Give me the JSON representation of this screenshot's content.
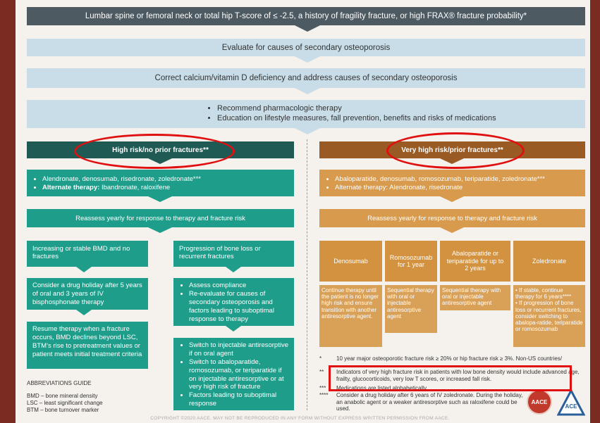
{
  "top_box": "Lumbar spine or femoral neck or total hip T-score of ≤ -2.5, a history of fragility fracture, or high FRAX® fracture probability*",
  "evaluate_box": "Evaluate for causes of secondary osteoporosis",
  "correct_box": "Correct calcium/vitamin D deficiency and address causes of secondary osteoporosis",
  "recommend_box": [
    "Recommend pharmacologic therapy",
    "Education on lifestyle measures, fall prevention, benefits and risks of medications"
  ],
  "left": {
    "header": "High risk/no prior fractures**",
    "therapy_line1": "Alendronate, denosumab, risedronate, zoledronate***",
    "therapy_line2_label": "Alternate therapy:",
    "therapy_line2_value": " Ibandronate, raloxifene",
    "reassess": "Reassess yearly for response to therapy and fracture risk",
    "stable_header": "Increasing or stable BMD and no fractures",
    "holiday": "Consider a drug holiday after 5 years of oral and 3 years of IV bisphosphonate therapy",
    "resume": "Resume therapy when a fracture occurs, BMD declines beyond LSC, BTM’s rise to pretreatment values or patient meets initial treatment criteria",
    "progression_header": "Progression of bone loss or recurrent fractures",
    "assess_items": [
      "Assess compliance",
      "Re-evaluate for causes of secondary osteoporosis and factors leading to suboptimal response to therapy"
    ],
    "switch_items": [
      "Switch to injectable antiresorptive if on oral agent",
      "Switch to abaloparatide, romosozumab, or teriparatide if on injectable antiresorptive or at very high risk of fracture",
      "Factors leading to suboptimal response"
    ]
  },
  "right": {
    "header": "Very high risk/prior fractures**",
    "therapy_line1": "Abaloparatide, denosumab, romosozumab, teriparatide, zoledronate***",
    "therapy_line2": "Alternate therapy: Alendronate, risedronate",
    "reassess": "Reassess yearly for response to therapy and fracture risk",
    "drugs": [
      "Denosumab",
      "Romosozumab for 1 year",
      "Abaloparatide or teriparatide for up to 2 years",
      "Zoledronate"
    ],
    "actions": [
      "Continue therapy until the patient is no longer high risk and ensure transition with another antiresorptive agent.",
      "Sequential therapy with oral or injectable antiresorptive agent",
      "Sequential therapy with oral or injectable antiresorptive agent",
      [
        "If stable, continue therapy for 6 years****",
        "If progression of bone loss or recurrent fractures, consider switching to abalopa-ratide, teriparatide or romosozumab"
      ]
    ]
  },
  "abbreviations": {
    "title": "ABBREVIATIONS GUIDE",
    "items": [
      "BMD – bone mineral density",
      "LSC – least significant change",
      "BTM – bone turnover marker"
    ]
  },
  "footnotes": [
    {
      "mark": "*",
      "text": "10 year major osteoporotic fracture risk ≥ 20% or hip fracture risk ≥ 3%. Non-US countries/"
    },
    {
      "mark": "**",
      "text": "Indicators of very high fracture risk in patients with low bone density would include advanced age, frailty, glucocorticoids, very low T scores, or increased fall risk."
    },
    {
      "mark": "***",
      "text": "Medications are listed alphabetically."
    },
    {
      "mark": "****",
      "text": "Consider a drug holiday after 6 years of IV zoledronate. During the holiday, an anabolic agent or a weaker antiresorptive such as raloxifene could be used."
    }
  ],
  "logos": {
    "aace": "AACE",
    "ace": "ACE"
  },
  "copyright": "COPYRIGHT ©2020 AACE. MAY NOT BE REPRODUCED IN ANY FORM WITHOUT EXPRESS WRITTEN PERMISSION FROM AACE.",
  "colors": {
    "teal": "#1e9e8a",
    "teal_dark": "#1f5b54",
    "orange": "#d89a4c",
    "orange_dark": "#9a5a23",
    "gray_box": "#c9dde8",
    "highlight": "#e01010"
  }
}
